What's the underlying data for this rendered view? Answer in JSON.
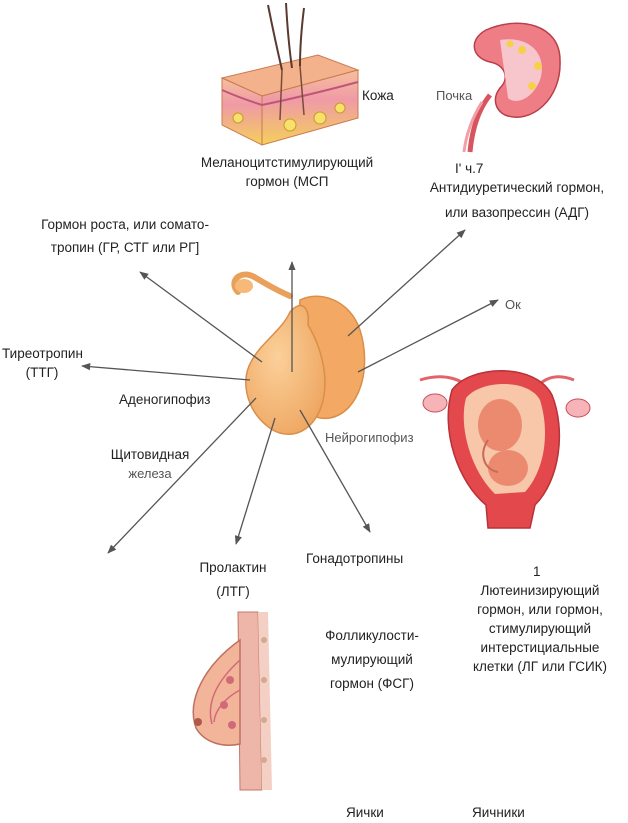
{
  "labels": {
    "skin": "Кожа",
    "msh": [
      "Меланоцитстимулирующий",
      "гормон (МСП"
    ],
    "kidney": "Почка",
    "kidney_fragment": "I'  ч.7",
    "adh": [
      "Антидиуретический гормон,",
      "или вазопрессин (АДГ)"
    ],
    "gh": [
      "Гормон роста, или сомато-",
      "тропин (ГР, СТГ или РГ]"
    ],
    "ok": "Ок",
    "tsh": [
      "Тиреотропин",
      "(ТТГ)"
    ],
    "adenohypophysis": "Аденогипофиз",
    "thyroid": [
      "Щитовидная",
      "железа"
    ],
    "neurohypophysis": "Нейрогипофиз",
    "prolactin": [
      "Пролактин",
      "(ЛТГ)"
    ],
    "gonadotropins": "Гонадотропины",
    "lh_num": "1",
    "lh": [
      "Лютеинизирующий",
      "гормон, или гормон,",
      "стимулирующий",
      "интерстициальные",
      "клетки (ЛГ или ГСИК)"
    ],
    "fsh": [
      "Фолликулости-",
      "мулирующий",
      "гормон (ФСГ)"
    ],
    "testes": "Яички",
    "ovaries": "Яичники"
  },
  "colors": {
    "gland": "#f6b977",
    "gland_shade": "#e59a52",
    "arrow": "#555555",
    "skin_top": "#f4b28c",
    "kidney": "#e8707a",
    "uterus": "#e24b4e",
    "fetus": "#e88a72",
    "breast": "#f2b59a"
  }
}
